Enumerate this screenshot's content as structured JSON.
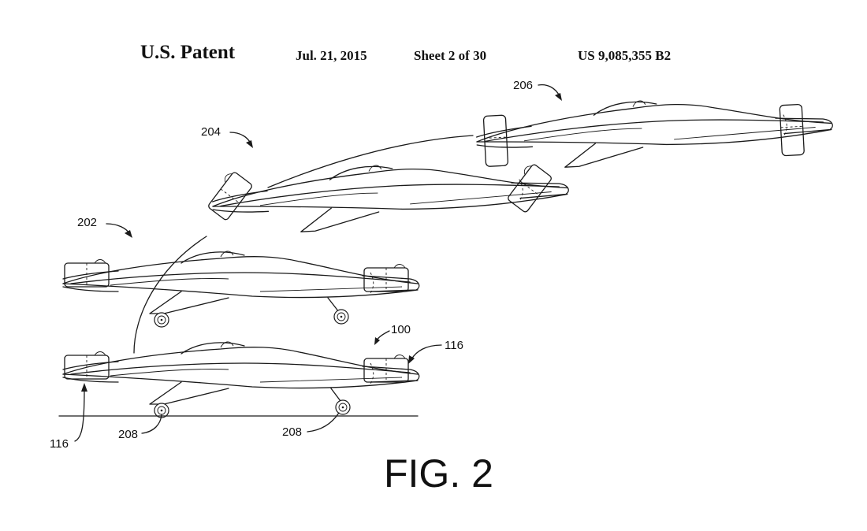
{
  "header": {
    "title": "U.S. Patent",
    "date": "Jul. 21, 2015",
    "sheet": "Sheet 2 of 30",
    "patent_number": "US 9,085,355 B2"
  },
  "reference_numerals": {
    "ref_206": "206",
    "ref_204": "204",
    "ref_202": "202",
    "ref_100": "100",
    "ref_116_right": "116",
    "ref_116_left": "116",
    "ref_208_left": "208",
    "ref_208_right": "208"
  },
  "figure_label": "FIG. 2"
}
